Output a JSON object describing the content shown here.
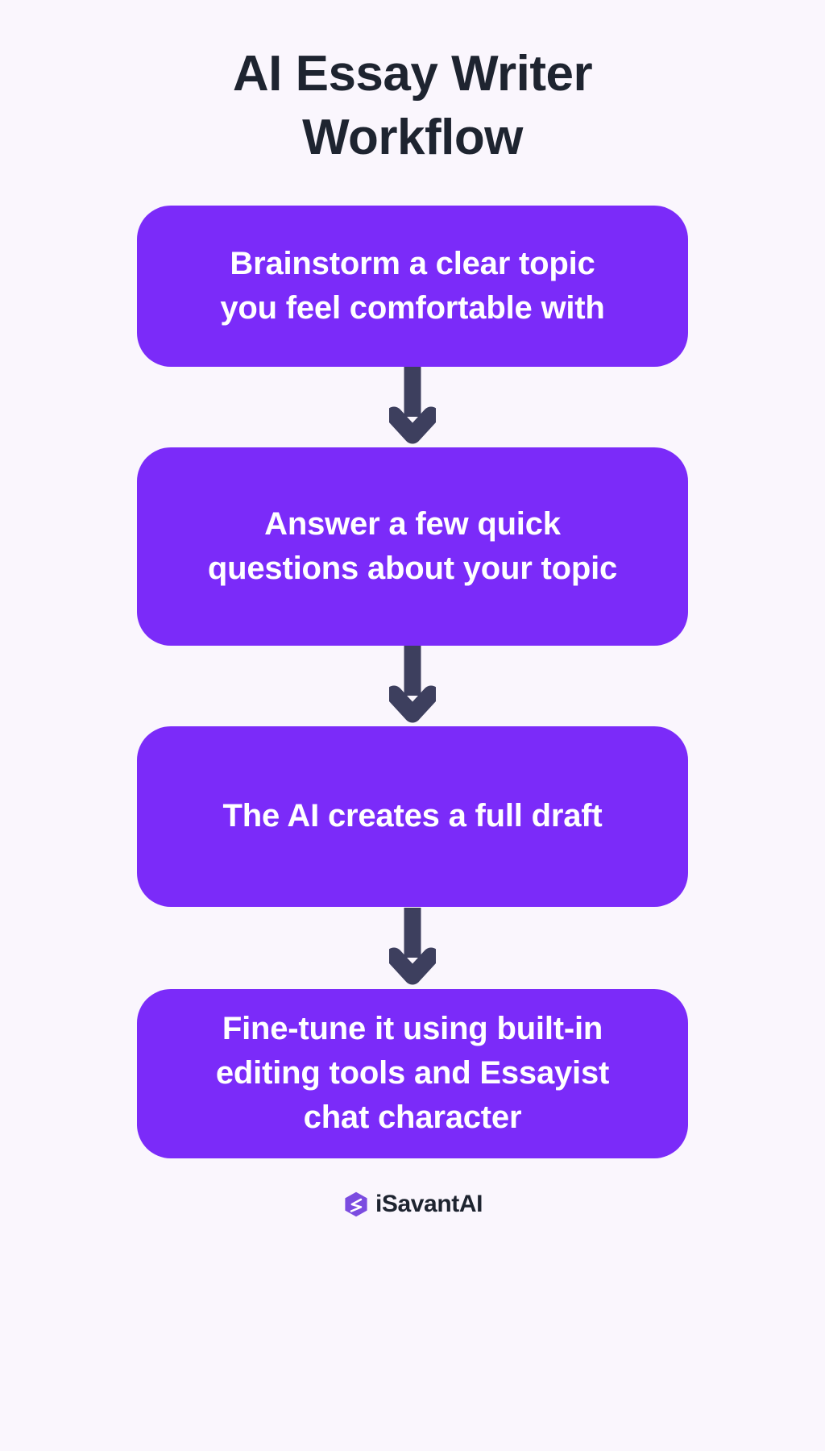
{
  "background_color": "#faf6fd",
  "accent_color": "#7b2bf9",
  "arrow_color": "#3d3f5e",
  "title_color": "#1e2430",
  "header": {
    "title": "AI Essay Writer\nWorkflow"
  },
  "flow": {
    "steps": [
      {
        "label": "Brainstorm a clear topic\nyou feel comfortable with"
      },
      {
        "label": "Answer a few quick\nquestions about your topic"
      },
      {
        "label": "The AI creates a full draft"
      },
      {
        "label": "Fine-tune it using built-in\nediting tools and Essayist\nchat character"
      }
    ],
    "connectors": [
      {
        "icon": "arrow-down-icon"
      },
      {
        "icon": "arrow-down-icon"
      },
      {
        "icon": "arrow-down-icon"
      }
    ]
  },
  "footer": {
    "logo_icon": "isavantai-hexagon-s-logo-icon",
    "brand": "iSavantAI"
  }
}
